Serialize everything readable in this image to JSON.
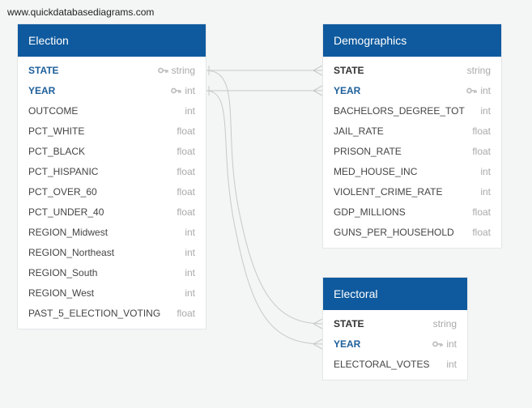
{
  "watermark": "www.quickdatabasediagrams.com",
  "colors": {
    "header": "#0f5a9e",
    "pk_name": "#1d5f9a",
    "type": "#aaaaaa",
    "connector": "#c8c8c8"
  },
  "tables": [
    {
      "title": "Election",
      "fields": [
        {
          "name": "STATE",
          "type": "string",
          "style": "pk",
          "key": true
        },
        {
          "name": "YEAR",
          "type": "int",
          "style": "pk",
          "key": true
        },
        {
          "name": "OUTCOME",
          "type": "int"
        },
        {
          "name": "PCT_WHITE",
          "type": "float"
        },
        {
          "name": "PCT_BLACK",
          "type": "float"
        },
        {
          "name": "PCT_HISPANIC",
          "type": "float"
        },
        {
          "name": "PCT_OVER_60",
          "type": "float"
        },
        {
          "name": "PCT_UNDER_40",
          "type": "float"
        },
        {
          "name": "REGION_Midwest",
          "type": "int"
        },
        {
          "name": "REGION_Northeast",
          "type": "int"
        },
        {
          "name": "REGION_South",
          "type": "int"
        },
        {
          "name": "REGION_West",
          "type": "int"
        },
        {
          "name": "PAST_5_ELECTION_VOTING",
          "type": "float"
        }
      ]
    },
    {
      "title": "Demographics",
      "fields": [
        {
          "name": "STATE",
          "type": "string",
          "style": "fk"
        },
        {
          "name": "YEAR",
          "type": "int",
          "style": "pk",
          "key": true
        },
        {
          "name": "BACHELORS_DEGREE_TOT",
          "type": "int"
        },
        {
          "name": "JAIL_RATE",
          "type": "float"
        },
        {
          "name": "PRISON_RATE",
          "type": "float"
        },
        {
          "name": "MED_HOUSE_INC",
          "type": "int"
        },
        {
          "name": "VIOLENT_CRIME_RATE",
          "type": "int"
        },
        {
          "name": "GDP_MILLIONS",
          "type": "float"
        },
        {
          "name": "GUNS_PER_HOUSEHOLD",
          "type": "float"
        }
      ]
    },
    {
      "title": "Electoral",
      "fields": [
        {
          "name": "STATE",
          "type": "string",
          "style": "fk"
        },
        {
          "name": "YEAR",
          "type": "int",
          "style": "pk",
          "key": true
        },
        {
          "name": "ELECTORAL_VOTES",
          "type": "int"
        }
      ]
    }
  ]
}
